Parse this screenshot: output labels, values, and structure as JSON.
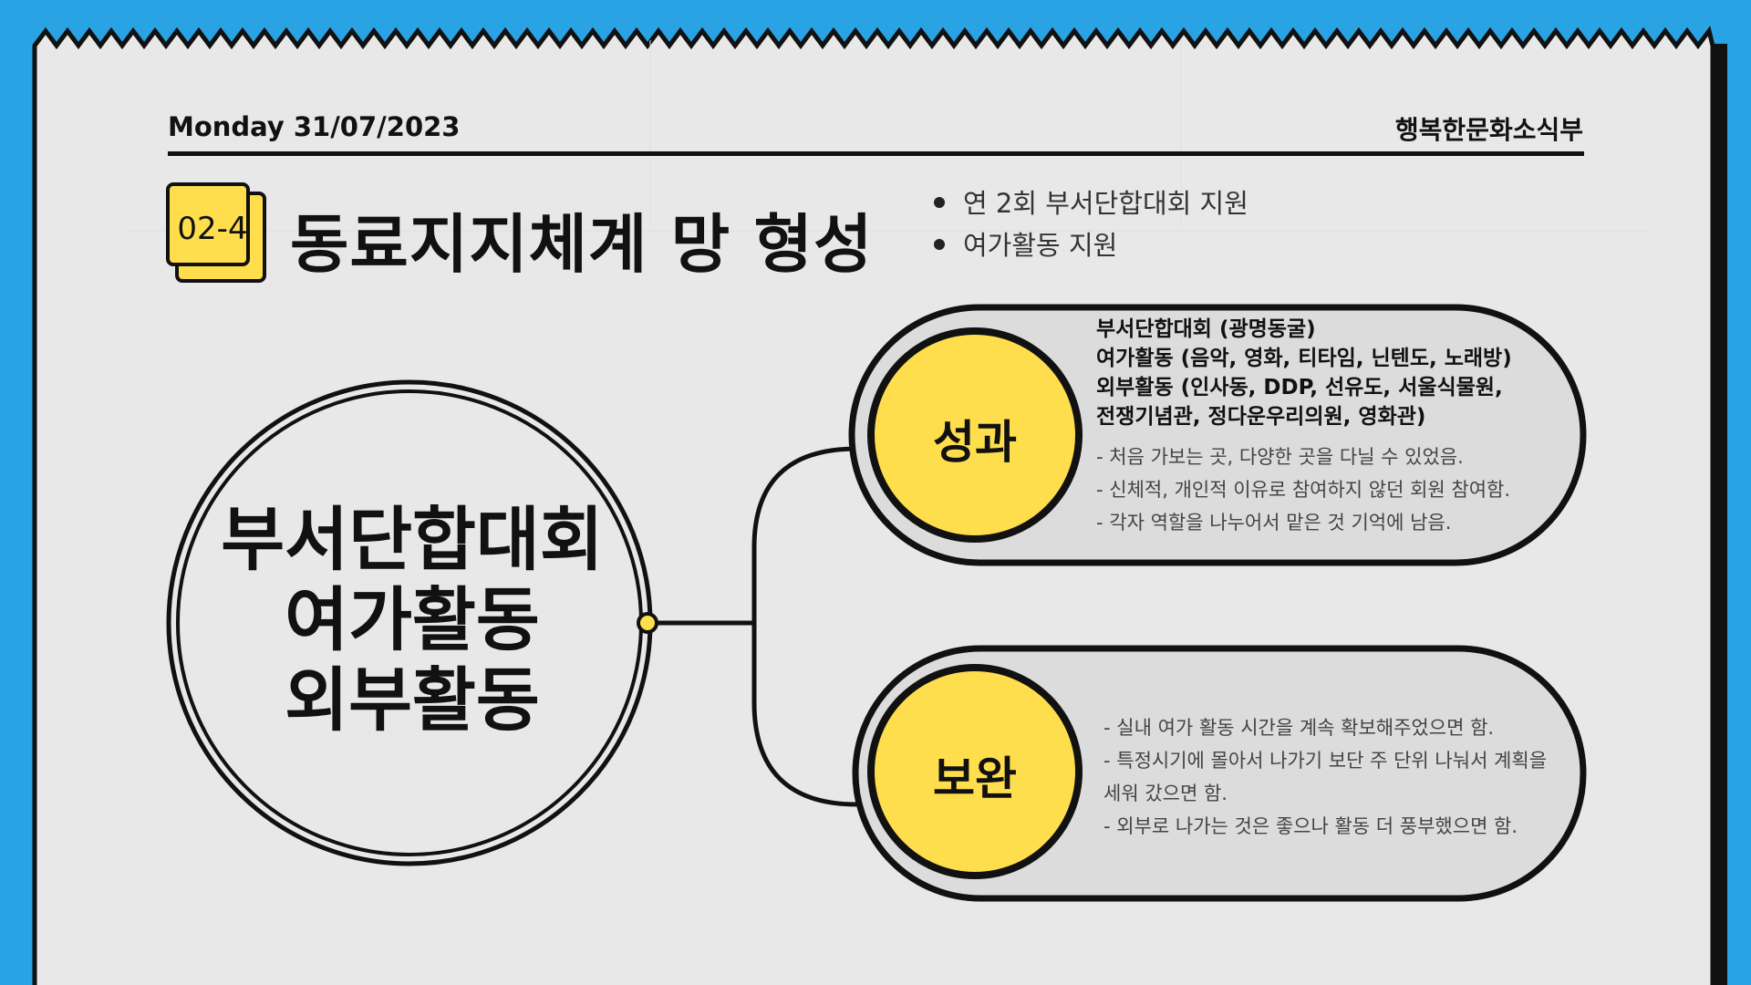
{
  "header": {
    "date": "Monday 31/07/2023",
    "organization": "행복한문화소식부"
  },
  "section": {
    "number": "02-4",
    "title": "동료지지체계 망 형성",
    "bullets": [
      "연 2회 부서단합대회 지원",
      "여가활동 지원"
    ]
  },
  "center_node": {
    "lines": [
      "부서단합대회",
      "여가활동",
      "외부활동"
    ]
  },
  "result_node": {
    "label": "성과",
    "headline": [
      "부서단합대회 (광명동굴)",
      "여가활동 (음악, 영화, 티타임, 닌텐도, 노래방)",
      "외부활동 (인사동, DDP, 선유도, 서울식물원,",
      "전쟁기념관, 정다운우리의원, 영화관)"
    ],
    "details": [
      "- 처음 가보는 곳, 다양한 곳을 다닐 수 있었음.",
      "- 신체적, 개인적 이유로  참여하지 않던 회원 참여함.",
      "- 각자 역할을 나누어서 맡은 것 기억에 남음."
    ]
  },
  "improve_node": {
    "label": "보완",
    "details": [
      "- 실내 여가 활동 시간을 계속 확보해주었으면 함.",
      "- 특정시기에 몰아서 나가기 보단 주 단위 나눠서 계획을",
      "세워 갔으면 함.",
      "- 외부로 나가는 것은 좋으나 활동 더 풍부했으면 함."
    ]
  },
  "colors": {
    "background": "#29a3e3",
    "paper": "#e8e8e8",
    "accent": "#ffde4d",
    "pill": "#dcdcdc",
    "ink": "#111111"
  }
}
